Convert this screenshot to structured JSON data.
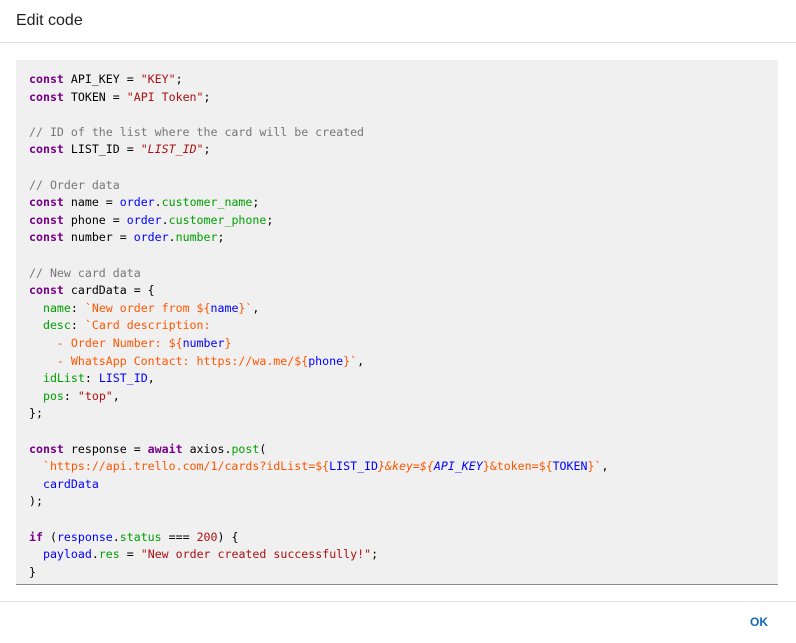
{
  "dialog": {
    "title": "Edit code",
    "ok_label": "OK"
  },
  "editor": {
    "lines": [
      [
        [
          "kw",
          "const"
        ],
        [
          "",
          "API_KEY = "
        ],
        [
          "str",
          "\"KEY\""
        ],
        [
          "",
          ";"
        ]
      ],
      [
        [
          "kw",
          "const"
        ],
        [
          "",
          "TOKEN = "
        ],
        [
          "str",
          "\"API Token\""
        ],
        [
          "",
          ";"
        ]
      ],
      [],
      [
        [
          "comment",
          "// ID of the list where the card will be created"
        ]
      ],
      [
        [
          "kw",
          "const"
        ],
        [
          "",
          "LIST_ID = "
        ],
        [
          "str ital",
          "\"LIST_ID\""
        ],
        [
          "",
          ";"
        ]
      ],
      [],
      [
        [
          "comment",
          "// Order data"
        ]
      ],
      [
        [
          "kw",
          "const"
        ],
        [
          "",
          "name = "
        ],
        [
          "var",
          "order"
        ],
        [
          "",
          "."
        ],
        [
          "prop",
          "customer_name"
        ],
        [
          "",
          ";"
        ]
      ],
      [
        [
          "kw",
          "const"
        ],
        [
          "",
          "phone = "
        ],
        [
          "var",
          "order"
        ],
        [
          "",
          "."
        ],
        [
          "prop",
          "customer_phone"
        ],
        [
          "",
          ";"
        ]
      ],
      [
        [
          "kw",
          "const"
        ],
        [
          "",
          "number = "
        ],
        [
          "var",
          "order"
        ],
        [
          "",
          "."
        ],
        [
          "prop",
          "number"
        ],
        [
          "",
          ";"
        ]
      ],
      [],
      [
        [
          "comment",
          "// New card data"
        ]
      ],
      [
        [
          "kw",
          "const"
        ],
        [
          "",
          "cardData = {"
        ]
      ],
      [
        [
          "",
          "  "
        ],
        [
          "prop",
          "name"
        ],
        [
          "",
          ": "
        ],
        [
          "tmpl",
          "`New order from ${"
        ],
        [
          "var",
          "name"
        ],
        [
          "tmpl",
          "}`"
        ],
        [
          "",
          ","
        ]
      ],
      [
        [
          "",
          "  "
        ],
        [
          "prop",
          "desc"
        ],
        [
          "",
          ": "
        ],
        [
          "tmpl",
          "`Card description:"
        ]
      ],
      [
        [
          "tmpl",
          "    - Order Number: ${"
        ],
        [
          "var",
          "number"
        ],
        [
          "tmpl",
          "}"
        ]
      ],
      [
        [
          "tmpl",
          "    - WhatsApp Contact: https://wa.me/${"
        ],
        [
          "var",
          "phone"
        ],
        [
          "tmpl",
          "}`"
        ],
        [
          "",
          ","
        ]
      ],
      [
        [
          "",
          "  "
        ],
        [
          "prop",
          "idList"
        ],
        [
          "",
          ": "
        ],
        [
          "var",
          "LIST_ID"
        ],
        [
          "",
          ","
        ]
      ],
      [
        [
          "",
          "  "
        ],
        [
          "prop",
          "pos"
        ],
        [
          "",
          ": "
        ],
        [
          "str",
          "\"top\""
        ],
        [
          "",
          ","
        ]
      ],
      [
        [
          "",
          "};"
        ]
      ],
      [],
      [
        [
          "kw",
          "const"
        ],
        [
          "",
          "response = "
        ],
        [
          "kw",
          "await"
        ],
        [
          "",
          "axios."
        ],
        [
          "prop",
          "post"
        ],
        [
          "",
          "("
        ]
      ],
      [
        [
          "",
          "  "
        ],
        [
          "tmpl",
          "`https://api.trello.com/1/cards?idList=${"
        ],
        [
          "var",
          "LIST_ID"
        ],
        [
          "tmpl ital",
          "}&key=${"
        ],
        [
          "var ital",
          "API_KEY"
        ],
        [
          "tmpl",
          "}&token=${"
        ],
        [
          "var",
          "TOKEN"
        ],
        [
          "tmpl",
          "}`"
        ],
        [
          "",
          ","
        ]
      ],
      [
        [
          "",
          "  "
        ],
        [
          "var",
          "cardData"
        ]
      ],
      [
        [
          "",
          ");"
        ]
      ],
      [],
      [
        [
          "kw",
          "if"
        ],
        [
          "",
          " ("
        ],
        [
          "var",
          "response"
        ],
        [
          "",
          "."
        ],
        [
          "prop",
          "status"
        ],
        [
          "",
          " === "
        ],
        [
          "str",
          "200"
        ],
        [
          "",
          ") {"
        ]
      ],
      [
        [
          "",
          "  "
        ],
        [
          "var",
          "payload"
        ],
        [
          "",
          "."
        ],
        [
          "prop",
          "res"
        ],
        [
          "",
          " = "
        ],
        [
          "str",
          "\"New order created successfully!\""
        ],
        [
          "",
          ";"
        ]
      ],
      [
        [
          "",
          "}"
        ]
      ]
    ]
  }
}
